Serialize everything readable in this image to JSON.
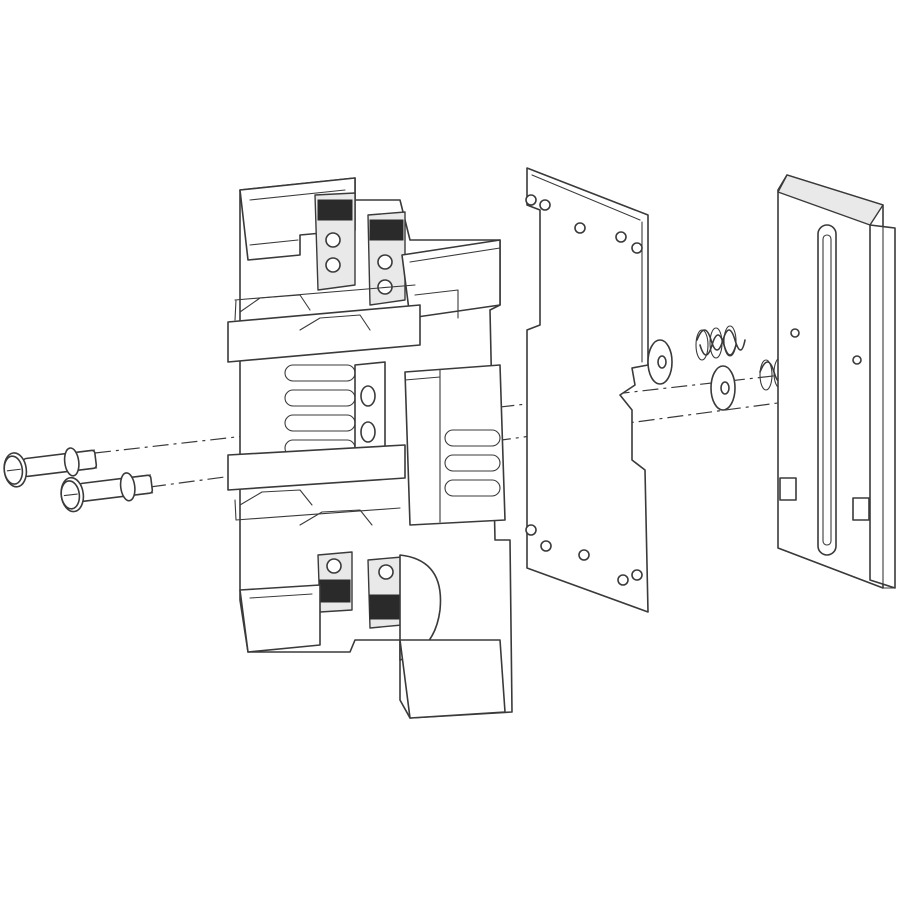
{
  "figure": {
    "type": "exploded-assembly-line-drawing",
    "colors": {
      "line": "#3a3a3a",
      "fill": "#ffffff",
      "shade": "#e9e9e9",
      "background": "#ffffff"
    },
    "parts": [
      {
        "name": "mounting-screw",
        "count": 2
      },
      {
        "name": "breaker-base-housing",
        "count": 1
      },
      {
        "name": "mounting-plate",
        "count": 1
      },
      {
        "name": "flat-washer",
        "count": 2
      },
      {
        "name": "compression-spring",
        "count": 2
      },
      {
        "name": "slotted-backplate",
        "count": 1
      }
    ]
  }
}
